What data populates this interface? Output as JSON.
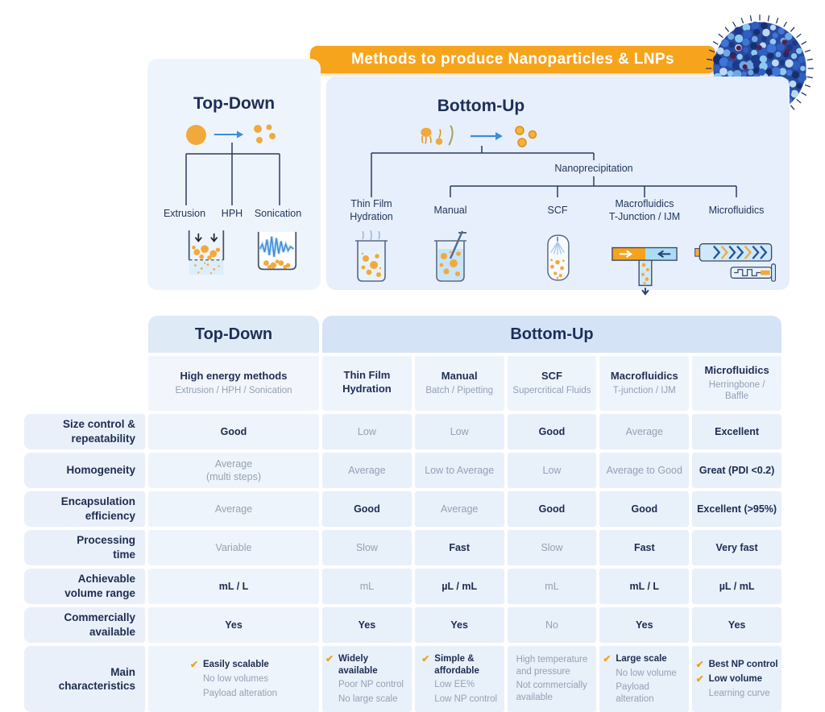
{
  "title": "Methods to produce Nanoparticles & LNPs",
  "diagram": {
    "top_down": {
      "title": "Top-Down",
      "methods": [
        "Extrusion",
        "HPH",
        "Sonication"
      ]
    },
    "bottom_up": {
      "title": "Bottom-Up",
      "branch_thin_film": "Thin Film\nHydration",
      "nanoprecipitation": "Nanoprecipitation",
      "methods": [
        "Manual",
        "SCF",
        "Macrofluidics\nT-Junction / IJM",
        "Microfluidics"
      ]
    }
  },
  "table": {
    "group_headers": {
      "top_down": "Top-Down",
      "bottom_up": "Bottom-Up"
    },
    "columns": [
      {
        "title": "High energy methods",
        "subtitle": "Extrusion / HPH / Sonication",
        "group": "td"
      },
      {
        "title": "Thin Film\nHydration",
        "subtitle": "",
        "group": "bu"
      },
      {
        "title": "Manual",
        "subtitle": "Batch / Pipetting",
        "group": "bu"
      },
      {
        "title": "SCF",
        "subtitle": "Supercritical Fluids",
        "group": "bu"
      },
      {
        "title": "Macrofluidics",
        "subtitle": "T-junction / IJM",
        "group": "bu"
      },
      {
        "title": "Microfluidics",
        "subtitle": "Herringbone /\nBaffle",
        "group": "bu"
      }
    ],
    "rows": [
      {
        "label": "Size control &\nrepeatability",
        "cells": [
          {
            "text": "Good",
            "bold": true
          },
          {
            "text": "Low"
          },
          {
            "text": "Low"
          },
          {
            "text": "Good",
            "bold": true
          },
          {
            "text": "Average"
          },
          {
            "text": "Excellent",
            "bold": true
          }
        ]
      },
      {
        "label": "Homogeneity",
        "cells": [
          {
            "text": "Average\n(multi steps)"
          },
          {
            "text": "Average"
          },
          {
            "text": "Low to Average"
          },
          {
            "text": "Low"
          },
          {
            "text": "Average to Good"
          },
          {
            "text": "Great (PDI <0.2)",
            "bold": true
          }
        ]
      },
      {
        "label": "Encapsulation\nefficiency",
        "cells": [
          {
            "text": "Average"
          },
          {
            "text": "Good",
            "bold": true
          },
          {
            "text": "Average"
          },
          {
            "text": "Good",
            "bold": true
          },
          {
            "text": "Good",
            "bold": true
          },
          {
            "text": "Excellent (>95%)",
            "bold": true
          }
        ]
      },
      {
        "label": "Processing\ntime",
        "cells": [
          {
            "text": "Variable"
          },
          {
            "text": "Slow"
          },
          {
            "text": "Fast",
            "bold": true
          },
          {
            "text": "Slow"
          },
          {
            "text": "Fast",
            "bold": true
          },
          {
            "text": "Very fast",
            "bold": true
          }
        ]
      },
      {
        "label": "Achievable\nvolume range",
        "cells": [
          {
            "text": "mL / L",
            "bold": true
          },
          {
            "text": "mL"
          },
          {
            "text": "µL / mL",
            "bold": true
          },
          {
            "text": "mL"
          },
          {
            "text": "mL / L",
            "bold": true
          },
          {
            "text": "µL / mL",
            "bold": true
          }
        ]
      },
      {
        "label": "Commercially\navailable",
        "cells": [
          {
            "text": "Yes",
            "bold": true
          },
          {
            "text": "Yes",
            "bold": true
          },
          {
            "text": "Yes",
            "bold": true
          },
          {
            "text": "No"
          },
          {
            "text": "Yes",
            "bold": true
          },
          {
            "text": "Yes",
            "bold": true
          }
        ]
      }
    ],
    "characteristics": {
      "label": "Main\ncharacteristics",
      "cells": [
        {
          "items": [
            {
              "text": "Easily scalable",
              "check": true,
              "bold": true
            },
            {
              "text": "No low volumes"
            },
            {
              "text": "Payload alteration"
            }
          ]
        },
        {
          "items": [
            {
              "text": "Widely available",
              "check": true,
              "bold": true
            },
            {
              "text": "Poor NP control"
            },
            {
              "text": "No large scale"
            }
          ]
        },
        {
          "items": [
            {
              "text": "Simple &\naffordable",
              "check": true,
              "bold": true
            },
            {
              "text": "Low EE%"
            },
            {
              "text": "Low NP control"
            }
          ]
        },
        {
          "items": [
            {
              "text": "High temperature\nand pressure"
            },
            {
              "text": "Not commercially\navailable"
            }
          ]
        },
        {
          "items": [
            {
              "text": "Large scale",
              "check": true,
              "bold": true
            },
            {
              "text": "No low volume"
            },
            {
              "text": "Payload alteration"
            }
          ]
        },
        {
          "items": [
            {
              "text": "Best NP control",
              "check": true,
              "bold": true
            },
            {
              "text": "Low volume",
              "check": true,
              "bold": true
            },
            {
              "text": "Learning curve"
            }
          ]
        }
      ]
    }
  },
  "icons": {
    "check": "✔",
    "arrow_right": "→"
  },
  "colors": {
    "banner": "#f7a41d",
    "accent_orange": "#f2a93c",
    "navy": "#1d2c50",
    "light_text": "#96a1b3",
    "arrow_blue": "#3e8ed8",
    "panel_top_down": "#eef4fb",
    "panel_bottom_up": "#e6effb",
    "header_td": "#dfeaf7",
    "header_bu": "#d4e4f6",
    "row_band": "#e8f0fa"
  }
}
